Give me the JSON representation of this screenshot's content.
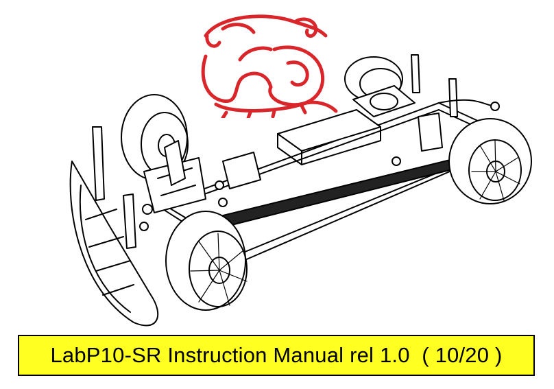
{
  "document": {
    "title": "LabP10-SR Instruction Manual rel 1.0  ( 10/20 )"
  },
  "cover": {
    "illustration_icon": "rc-car-chassis-drawing",
    "logo_icon": "red-snail-logo"
  },
  "colors": {
    "title_background": "#ffff22",
    "title_border": "#000000",
    "logo_red": "#d9262b",
    "line_art": "#000000"
  }
}
